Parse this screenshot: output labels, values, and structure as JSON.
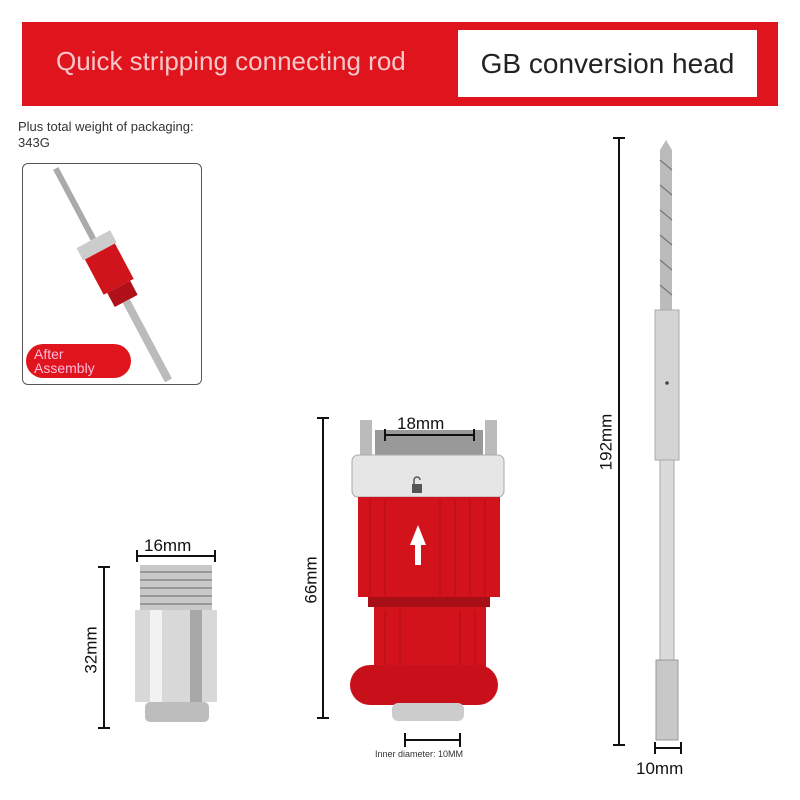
{
  "banner": {
    "left_title": "Quick stripping connecting rod",
    "right_title": "GB conversion head"
  },
  "weight": {
    "label": "Plus total weight of packaging:",
    "value": "343G"
  },
  "thumbnail": {
    "badge": "After Assembly"
  },
  "dimensions": {
    "adapter_top_width": "18mm",
    "adapter_height": "66mm",
    "inner_diameter": "Inner diameter: 10MM",
    "coupling_width": "16mm",
    "coupling_height": "32mm",
    "rod_length": "192mm",
    "rod_width": "10mm"
  },
  "colors": {
    "brand_red": "#e0141c"
  }
}
